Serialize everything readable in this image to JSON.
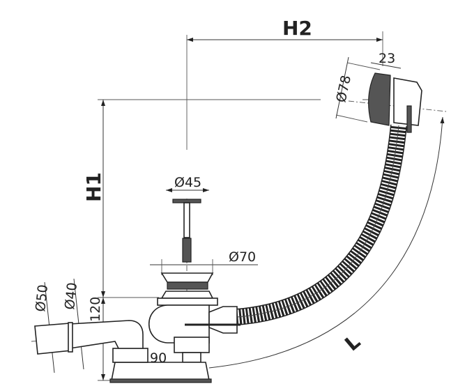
{
  "dimensions": {
    "h2": "H2",
    "h1": "H1",
    "l": "L",
    "d78": "Ø78",
    "w23": "23",
    "d45": "Ø45",
    "d70": "Ø70",
    "d50": "Ø50",
    "d40": "Ø40",
    "h120": "120",
    "w90": "90"
  }
}
